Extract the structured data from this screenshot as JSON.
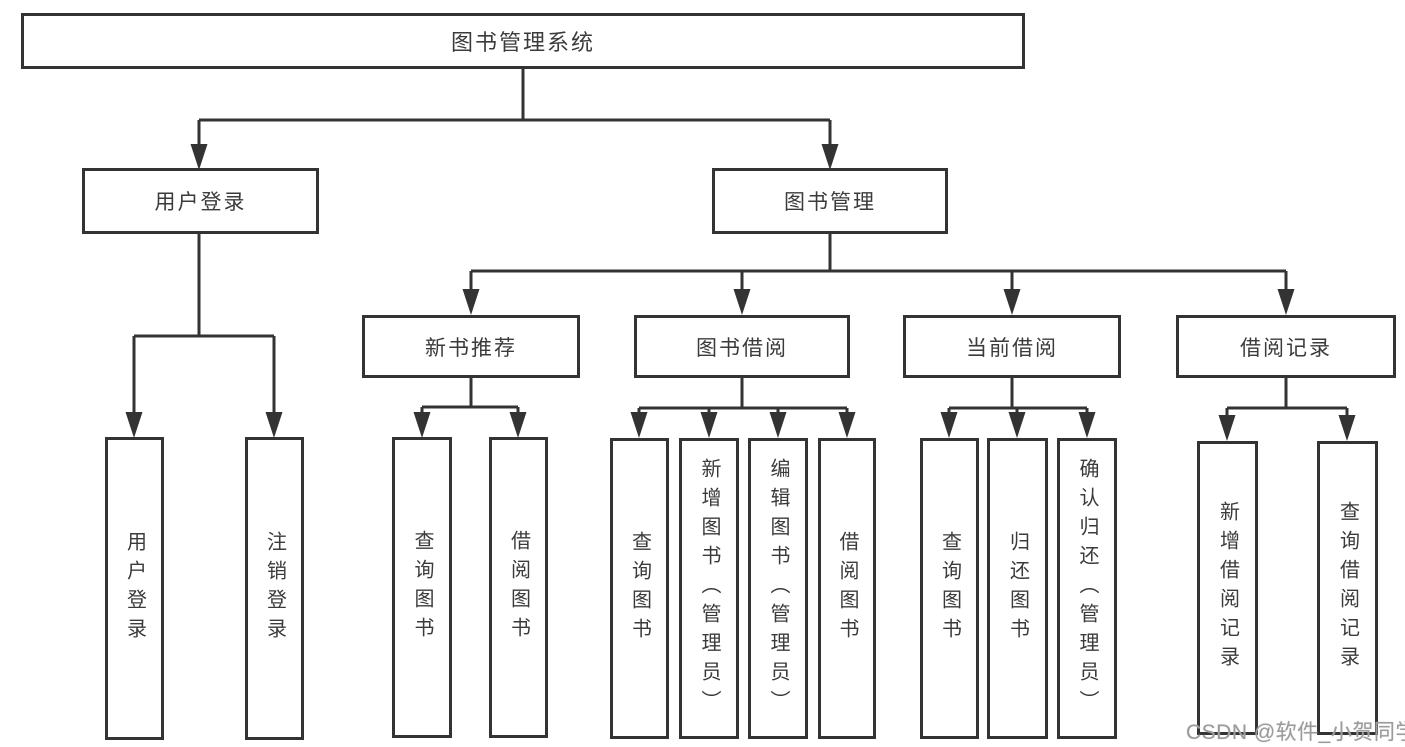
{
  "root": {
    "label": "图书管理系统"
  },
  "branches": {
    "user_login": {
      "label": "用户登录",
      "children": [
        {
          "label": "用户登录"
        },
        {
          "label": "注销登录"
        }
      ]
    },
    "book_management": {
      "label": "图书管理",
      "groups": [
        {
          "label": "新书推荐",
          "children": [
            {
              "label": "查询图书"
            },
            {
              "label": "借阅图书"
            }
          ]
        },
        {
          "label": "图书借阅",
          "children": [
            {
              "label": "查询图书"
            },
            {
              "label": "新增图书（管理员）"
            },
            {
              "label": "编辑图书（管理员）"
            },
            {
              "label": "借阅图书"
            }
          ]
        },
        {
          "label": "当前借阅",
          "children": [
            {
              "label": "查询图书"
            },
            {
              "label": "归还图书"
            },
            {
              "label": "确认归还（管理员）"
            }
          ]
        },
        {
          "label": "借阅记录",
          "children": [
            {
              "label": "新增借阅记录"
            },
            {
              "label": "查询借阅记录"
            }
          ]
        }
      ]
    }
  },
  "watermark": {
    "text": "CSDN @软件_小贺同学"
  },
  "colors": {
    "line": "#333333",
    "text": "#3b3b3b",
    "box_background": "#ffffff",
    "page_background": "#ffffff",
    "watermark": "#9b9b9b"
  }
}
